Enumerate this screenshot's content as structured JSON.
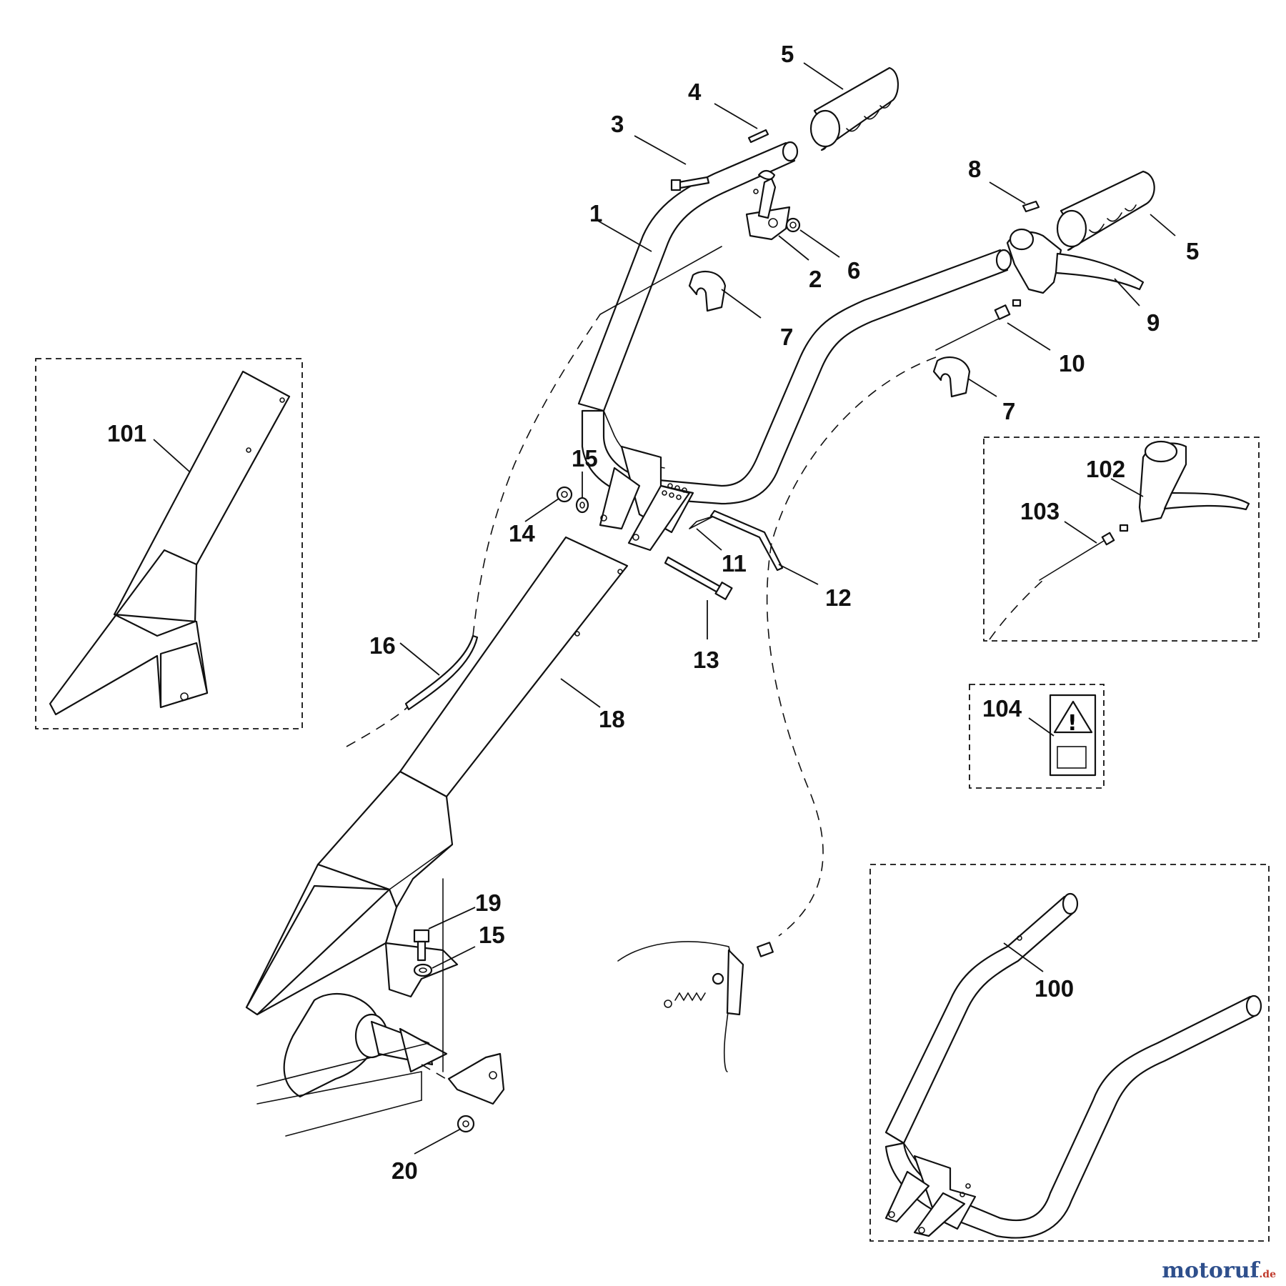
{
  "callouts": {
    "c1": "1",
    "c2": "2",
    "c3": "3",
    "c4": "4",
    "c5a": "5",
    "c5b": "5",
    "c6": "6",
    "c7a": "7",
    "c7b": "7",
    "c8": "8",
    "c9": "9",
    "c10": "10",
    "c11": "11",
    "c12": "12",
    "c13": "13",
    "c14": "14",
    "c15a": "15",
    "c15b": "15",
    "c16": "16",
    "c18": "18",
    "c19": "19",
    "c20": "20",
    "c100": "100",
    "c101": "101",
    "c102": "102",
    "c103": "103",
    "c104": "104"
  },
  "warning_symbol": "!",
  "watermark": {
    "brand": "motoruf",
    "tld": ".de"
  },
  "colors": {
    "line": "#111111",
    "watermark": "#2e4f8c",
    "watermark_dot": "#c0392b"
  }
}
